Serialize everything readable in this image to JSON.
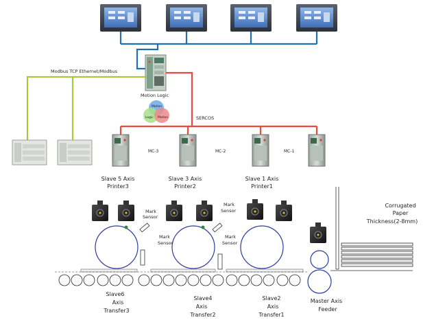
{
  "network": {
    "fieldbus_label": "Modbus TCP Ethernet/Modbus",
    "motion_bus_label": "SERCOS",
    "controller_label": "Motion Logic",
    "venn_top": "Motion",
    "venn_left": "Logic",
    "venn_right": "Motion"
  },
  "drives": {
    "link_labels": [
      "MC-3",
      "MC-2",
      "MC-1"
    ],
    "slave5": {
      "line1": "Slave 5 Axis",
      "line2": "Printer3"
    },
    "slave3": {
      "line1": "Slave 3 Axis",
      "line2": "Printer2"
    },
    "slave1": {
      "line1": "Slave 1 Axis",
      "line2": "Printer1"
    }
  },
  "sensors": {
    "mark_sensor_line1": "Mark",
    "mark_sensor_line2": "Sensor"
  },
  "paper": {
    "line1": "Corrugated",
    "line2": "Paper",
    "line3": "Thickness(2-8mm)"
  },
  "transfer": {
    "slave6": {
      "line1": "Slave6",
      "line2": "Axis",
      "line3": "Transfer3"
    },
    "slave4": {
      "line1": "Slave4",
      "line2": "Axis",
      "line3": "Transfer2"
    },
    "slave2": {
      "line1": "Slave2",
      "line2": "Axis",
      "line3": "Transfer1"
    },
    "master": {
      "line1": "Master Axis",
      "line2": "Feeder"
    }
  },
  "colors": {
    "hmi_bus": "#1f6fb5",
    "fieldbus": "#a8c83c",
    "sercos": "#e84a3c",
    "roll": "#2a3aa0"
  }
}
